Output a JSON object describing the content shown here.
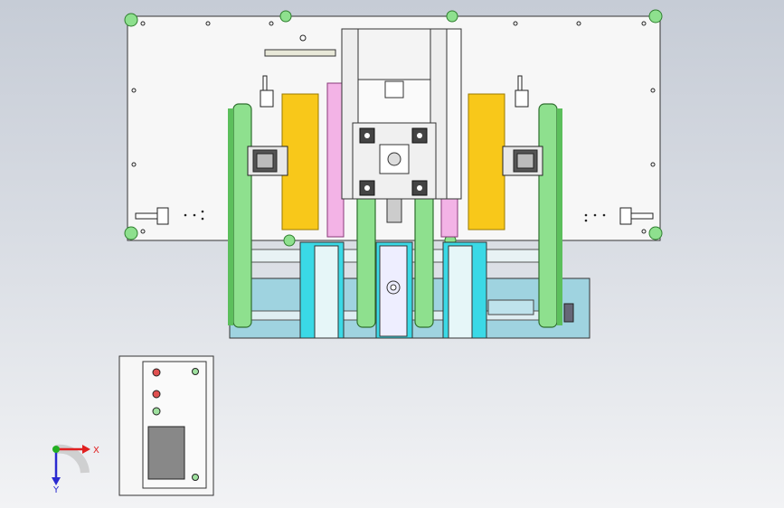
{
  "viewport": {
    "background_top": "#c6ccd6",
    "background_bottom": "#f2f3f5"
  },
  "triad": {
    "x_label": "X",
    "y_label": "Y",
    "x_color": "#e02020",
    "y_color": "#2a2ad0",
    "origin_color": "#22b022"
  },
  "control_box": {
    "indicators": [
      "red",
      "red",
      "green"
    ]
  },
  "colors": {
    "plate": "#f7f7f7",
    "frame_green": "#8ee08e",
    "frame_green_dark": "#3f9f3f",
    "pink": "#f3b3e6",
    "yellow": "#f8c81a",
    "cyan": "#3ad9e6",
    "base_glass": "#9fd3e0",
    "dark": "#333333"
  }
}
